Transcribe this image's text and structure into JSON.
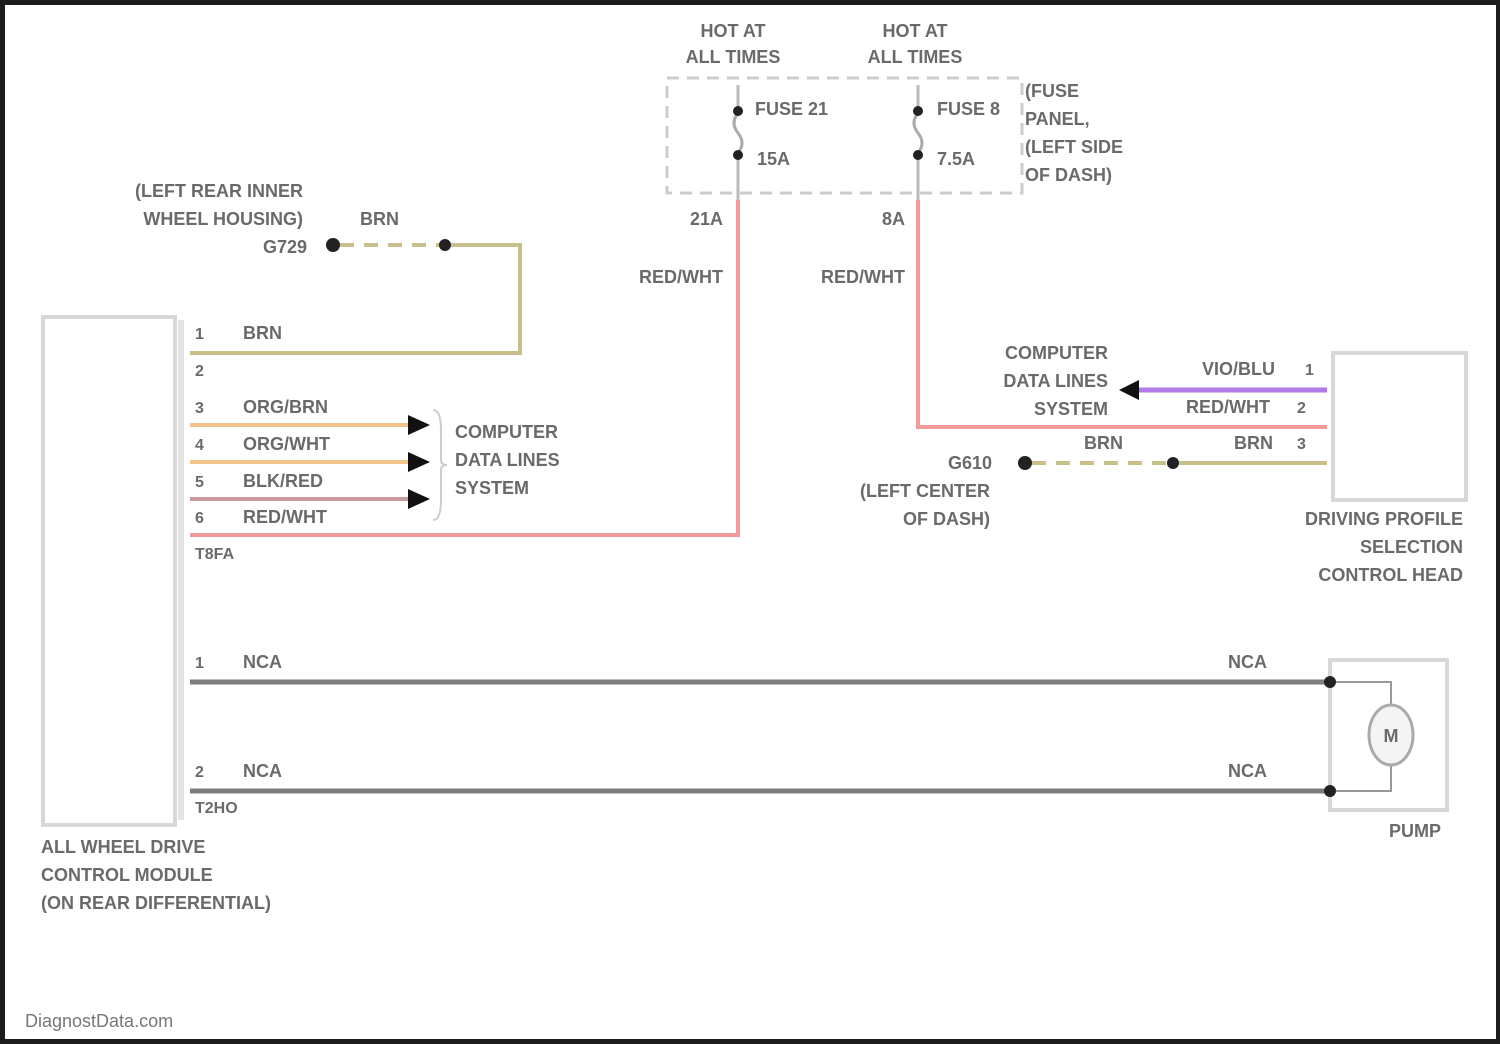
{
  "colors": {
    "red_wht": "#f29a9a",
    "brn": "#c8c08a",
    "org": "#f3c48a",
    "blk_red": "#c89aa0",
    "vio_blu": "#b07ae8",
    "nca": "#7d7d7d",
    "component": "#d8d8d8"
  },
  "power": {
    "hot1": [
      "HOT AT",
      "ALL TIMES"
    ],
    "hot2": [
      "HOT AT",
      "ALL TIMES"
    ],
    "fuse21": "FUSE 21",
    "fuse21_rating": "15A",
    "fuse8": "FUSE 8",
    "fuse8_rating": "7.5A",
    "fuse_panel": [
      "(FUSE",
      "PANEL,",
      "(LEFT SIDE",
      "OF DASH)"
    ],
    "term1": "21A",
    "term2": "8A",
    "wire1": "RED/WHT",
    "wire2": "RED/WHT"
  },
  "ground1": {
    "label": [
      "(LEFT REAR INNER",
      "WHEEL HOUSING)",
      "G729"
    ],
    "wire": "BRN"
  },
  "awd_module": {
    "label": [
      "ALL WHEEL DRIVE",
      "CONTROL MODULE",
      "(ON REAR DIFFERENTIAL)"
    ],
    "connector1": "T8FA",
    "connector2": "T2HO",
    "pins": [
      {
        "num": "1",
        "wire": "BRN"
      },
      {
        "num": "2",
        "wire": ""
      },
      {
        "num": "3",
        "wire": "ORG/BRN"
      },
      {
        "num": "4",
        "wire": "ORG/WHT"
      },
      {
        "num": "5",
        "wire": "BLK/RED"
      },
      {
        "num": "6",
        "wire": "RED/WHT"
      }
    ],
    "pump_pins": [
      {
        "num": "1",
        "wire": "NCA"
      },
      {
        "num": "2",
        "wire": "NCA"
      }
    ]
  },
  "data_lines_left": [
    "COMPUTER",
    "DATA LINES",
    "SYSTEM"
  ],
  "data_lines_right": [
    "COMPUTER",
    "DATA LINES",
    "SYSTEM"
  ],
  "control_head": {
    "label": [
      "DRIVING PROFILE",
      "SELECTION",
      "CONTROL HEAD"
    ],
    "pins": [
      {
        "num": "1",
        "wire": "VIO/BLU"
      },
      {
        "num": "2",
        "wire": "RED/WHT"
      },
      {
        "num": "3",
        "wire": "BRN"
      }
    ],
    "ground_wire": "BRN"
  },
  "ground2": {
    "label": [
      "G610",
      "(LEFT CENTER",
      "OF DASH)"
    ]
  },
  "pump": {
    "label": "PUMP",
    "motor": "M",
    "wire1": "NCA",
    "wire2": "NCA"
  },
  "watermark": "DiagnostData.com"
}
